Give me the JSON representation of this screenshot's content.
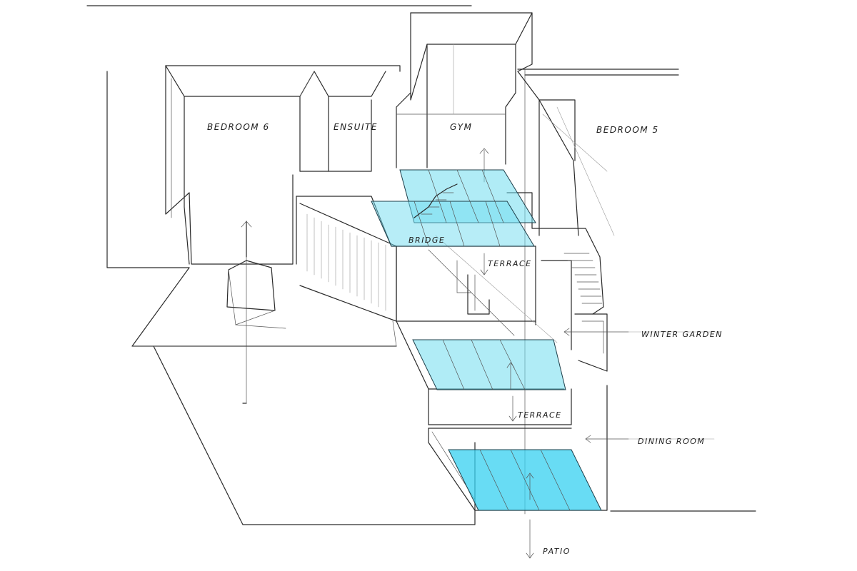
{
  "labels": {
    "bedroom6": "BEDROOM 6",
    "ensuite": "ENSUITE",
    "gym": "GYM",
    "bedroom5": "BEDROOM 5",
    "bridge": "BRIDGE",
    "terrace_upper": "TERRACE",
    "winter_garden": "WINTER GARDEN",
    "terrace_lower": "TERRACE",
    "dining_room": "DINING ROOM",
    "patio": "PATIO"
  },
  "colors": {
    "glass_fill": "#6fdcef",
    "ink": "#2a2a2a"
  }
}
